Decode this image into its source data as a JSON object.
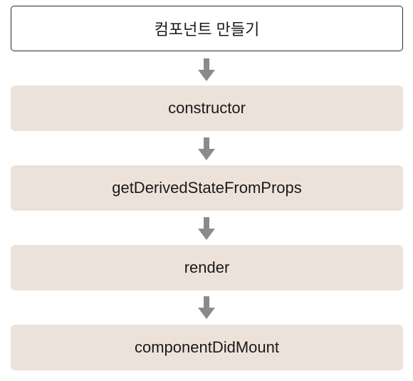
{
  "title": "컴포넌트 만들기",
  "steps": [
    "constructor",
    "getDerivedStateFromProps",
    "render",
    "componentDidMount"
  ],
  "colors": {
    "title_border": "#2a2a2a",
    "step_fill": "#ede2da",
    "arrow": "#8a8a8a"
  },
  "icons": {
    "connector": "arrow-down-icon"
  }
}
